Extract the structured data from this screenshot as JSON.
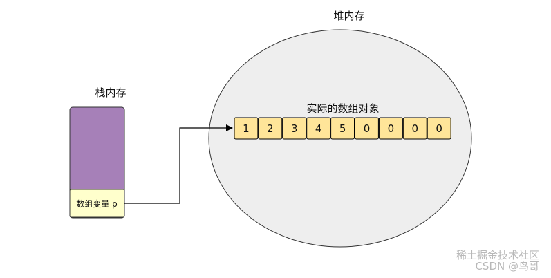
{
  "heap": {
    "title": "堆内存",
    "array_label": "实际的数组对象",
    "cells": [
      "1",
      "2",
      "3",
      "4",
      "5",
      "0",
      "0",
      "0",
      "0"
    ]
  },
  "stack": {
    "title": "栈内存",
    "var_label": "数组变量 p"
  },
  "watermark": {
    "line1": "稀土掘金技术社区",
    "line2": "CSDN @鸟哥"
  },
  "colors": {
    "stack_fill": "#a680b8",
    "var_fill": "#ffffcc",
    "heap_fill": "#eeeeee",
    "cell_fill": "#ffe599",
    "outline": "#333333"
  }
}
